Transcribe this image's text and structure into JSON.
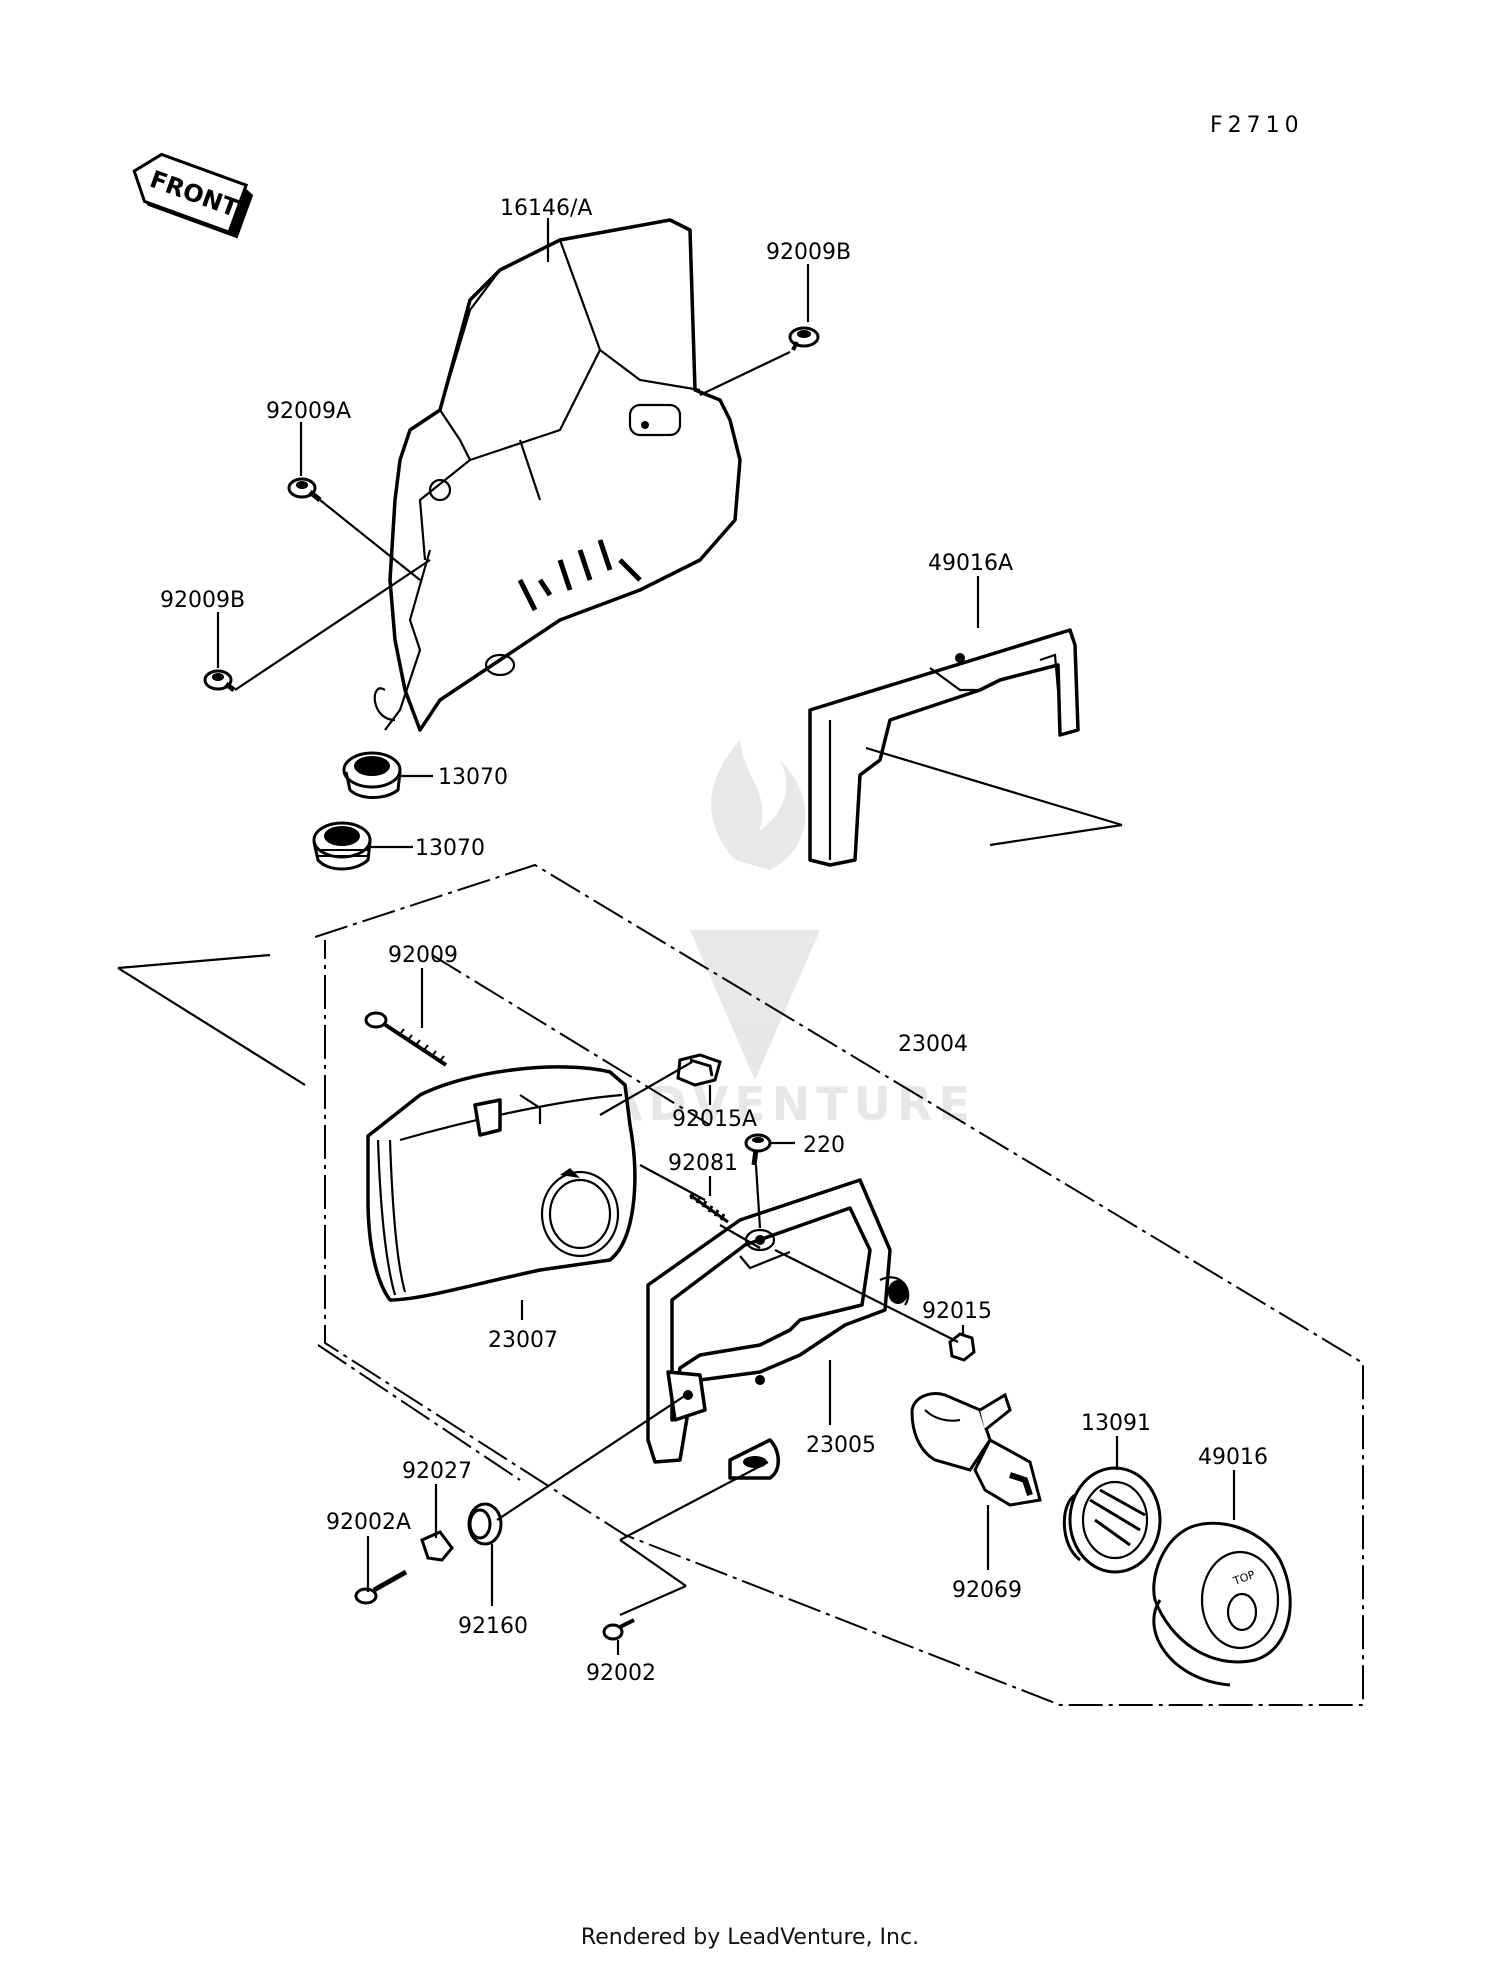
{
  "figure_code": "F2710",
  "front_arrow_text": "FRONT",
  "footer_text": "Rendered by LeadVenture, Inc.",
  "watermark_text": "LEADVENTURE",
  "labels": {
    "l_16146A": "16146/A",
    "l_92009B_top": "92009B",
    "l_92009A": "92009A",
    "l_92009B_left": "92009B",
    "l_49016A": "49016A",
    "l_13070_a": "13070",
    "l_13070_b": "13070",
    "l_92009": "92009",
    "l_23004": "23004",
    "l_92015A": "92015A",
    "l_220": "220",
    "l_92081": "92081",
    "l_92015": "92015",
    "l_23007": "23007",
    "l_23005": "23005",
    "l_13091": "13091",
    "l_49016": "49016",
    "l_92027": "92027",
    "l_92002A": "92002A",
    "l_92160": "92160",
    "l_92069": "92069",
    "l_92002": "92002"
  }
}
